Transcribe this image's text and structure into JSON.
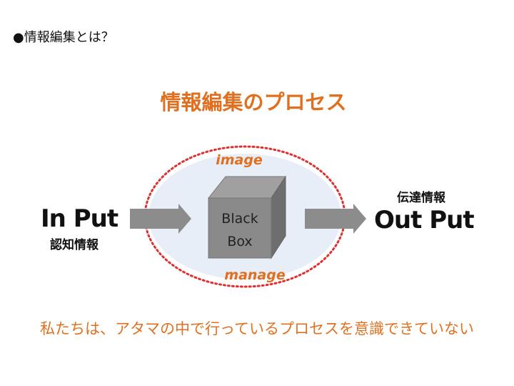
{
  "heading": "●情報編集とは？",
  "title": "情報編集のプロセス",
  "input": {
    "label": "In Put",
    "sub": "認知情報"
  },
  "output": {
    "label": "Out Put",
    "sub": "伝達情報"
  },
  "box": {
    "line1": "Black",
    "line2": "Box"
  },
  "ellipse": {
    "top": "image",
    "bottom": "manage"
  },
  "note": "私たちは、アタマの中で行っているプロセスを意識できていない",
  "colors": {
    "accent": "#e07020",
    "dotted": "#e03030",
    "fill": "#e8eef7",
    "arrow": "#8c8c8c"
  }
}
